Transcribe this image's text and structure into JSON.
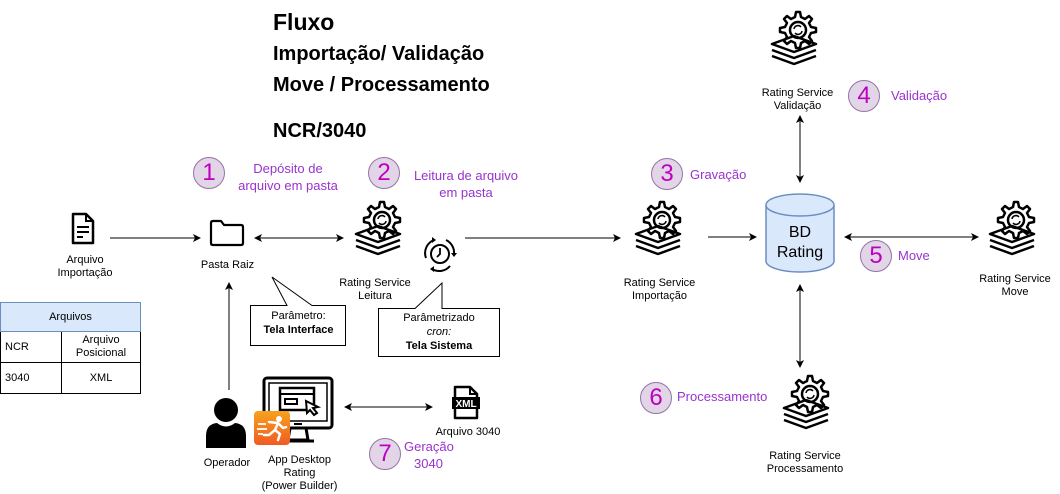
{
  "title": {
    "line1": "Fluxo",
    "line2": "Importação/ Validação",
    "line3": "Move / Processamento",
    "line4": "NCR/3040"
  },
  "colors": {
    "step_circle_fill": "#e1d5e7",
    "step_circle_border": "#9673a6",
    "step_number": "#c000c0",
    "step_text": "#9933cc",
    "db_fill": "#dae8fc",
    "db_border": "#6c8ebf",
    "app_icon_orange": "#f58220"
  },
  "steps": [
    {
      "number": "1",
      "label_line1": "Depósito de",
      "label_line2": "arquivo em pasta"
    },
    {
      "number": "2",
      "label_line1": "Leitura de arquivo",
      "label_line2": "em pasta"
    },
    {
      "number": "3",
      "label_line1": "Gravação"
    },
    {
      "number": "4",
      "label_line1": "Validação"
    },
    {
      "number": "5",
      "label_line1": "Move"
    },
    {
      "number": "6",
      "label_line1": "Processamento"
    },
    {
      "number": "7",
      "label_line1": "Geração",
      "label_line2": "3040"
    }
  ],
  "nodes": {
    "arquivo_importacao": {
      "line1": "Arquivo",
      "line2": "Importação",
      "icon": "document-icon"
    },
    "pasta_raiz": {
      "line1": "Pasta Raiz",
      "icon": "folder-icon"
    },
    "rs_leitura": {
      "line1": "Rating Service",
      "line2": "Leitura",
      "icon": "service-stack-icon"
    },
    "rs_importacao": {
      "line1": "Rating Service",
      "line2": "Importação",
      "icon": "service-stack-icon"
    },
    "rs_validacao": {
      "line1": "Rating Service",
      "line2": "Validação",
      "icon": "service-stack-icon"
    },
    "rs_move": {
      "line1": "Rating Service",
      "line2": "Move",
      "icon": "service-stack-icon"
    },
    "rs_processamento": {
      "line1": "Rating Service",
      "line2": "Processamento",
      "icon": "service-stack-icon"
    },
    "bd_rating": {
      "line1": "BD",
      "line2": "Rating",
      "icon": "database-icon"
    },
    "operador": {
      "line1": "Operador",
      "icon": "user-icon"
    },
    "app_desktop": {
      "line1": "App Desktop",
      "line2": "Rating",
      "line3": "(Power Builder)",
      "icon": "desktop-app-icon"
    },
    "arquivo_3040": {
      "line1": "Arquivo 3040",
      "icon": "xml-file-icon"
    }
  },
  "callouts": {
    "parametro": {
      "line1": "Parâmetro:",
      "line2": "Tela Interface"
    },
    "cron": {
      "line1": "Parâmetrizado",
      "line2": "cron:",
      "line3": "Tela Sistema"
    }
  },
  "files_table": {
    "header": "Arquivos",
    "rows": [
      {
        "type": "NCR",
        "format": "Arquivo Posicional"
      },
      {
        "type": "3040",
        "format": "XML"
      }
    ]
  }
}
